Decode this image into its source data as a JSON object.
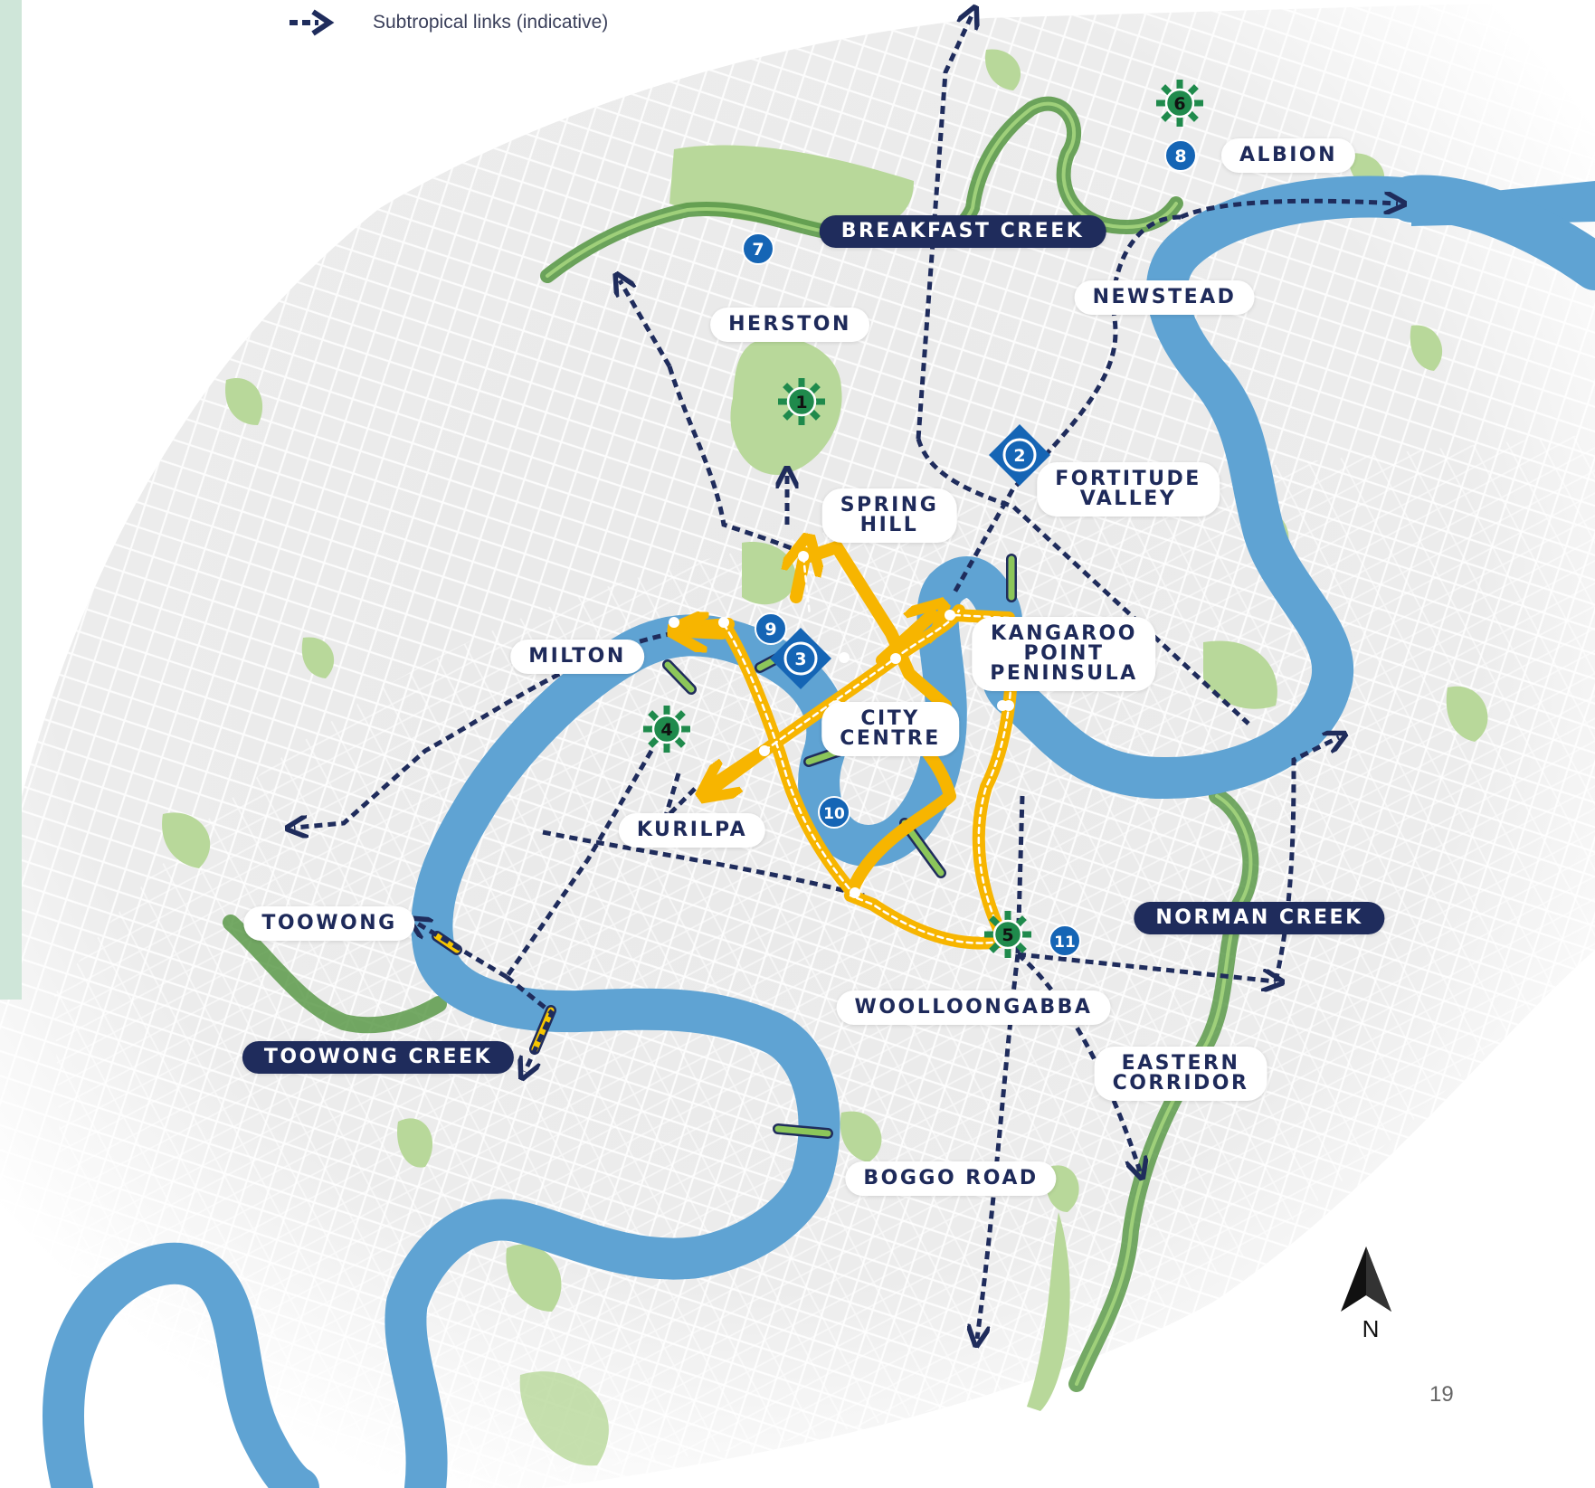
{
  "legend": {
    "text": "Subtropical links (indicative)",
    "icon": "dashed-arrow-icon"
  },
  "page_number": "19",
  "north_arrow": {
    "label": "N",
    "icon": "north-arrow-icon"
  },
  "colors": {
    "river": "#5fa3d3",
    "creek": "#5c9a4a",
    "park": "#b8d89a",
    "link": "#1f2c5c",
    "core_route": "#f7b500",
    "marker_green": "#1f8a4c",
    "marker_blue": "#1565b5",
    "label_dark": "#1f2c5c"
  },
  "places": [
    {
      "id": "herston",
      "text": "HERSTON",
      "style": "light"
    },
    {
      "id": "spring-hill",
      "text": "SPRING\nHILL",
      "style": "light"
    },
    {
      "id": "fortitude-valley",
      "text": "FORTITUDE\nVALLEY",
      "style": "light"
    },
    {
      "id": "newstead",
      "text": "NEWSTEAD",
      "style": "light"
    },
    {
      "id": "albion",
      "text": "ALBION",
      "style": "light"
    },
    {
      "id": "milton",
      "text": "MILTON",
      "style": "light"
    },
    {
      "id": "kangaroo-point",
      "text": "KANGAROO\nPOINT\nPENINSULA",
      "style": "light"
    },
    {
      "id": "city-centre",
      "text": "CITY\nCENTRE",
      "style": "light"
    },
    {
      "id": "kurilpa",
      "text": "KURILPA",
      "style": "light"
    },
    {
      "id": "toowong",
      "text": "TOOWONG",
      "style": "light"
    },
    {
      "id": "woolloongabba",
      "text": "WOOLLOONGABBA",
      "style": "light"
    },
    {
      "id": "eastern-corridor",
      "text": "EASTERN\nCORRIDOR",
      "style": "light"
    },
    {
      "id": "boggo-road",
      "text": "BOGGO ROAD",
      "style": "light"
    },
    {
      "id": "breakfast-creek",
      "text": "BREAKFAST CREEK",
      "style": "dark"
    },
    {
      "id": "norman-creek",
      "text": "NORMAN CREEK",
      "style": "dark"
    },
    {
      "id": "toowong-creek",
      "text": "TOOWONG CREEK",
      "style": "dark"
    }
  ],
  "markers": [
    {
      "n": "1",
      "kind": "green-star"
    },
    {
      "n": "2",
      "kind": "blue-diamond"
    },
    {
      "n": "3",
      "kind": "blue-diamond"
    },
    {
      "n": "4",
      "kind": "green-star"
    },
    {
      "n": "5",
      "kind": "green-star"
    },
    {
      "n": "6",
      "kind": "green-star"
    },
    {
      "n": "7",
      "kind": "blue-circle"
    },
    {
      "n": "8",
      "kind": "blue-circle"
    },
    {
      "n": "9",
      "kind": "blue-circle"
    },
    {
      "n": "10",
      "kind": "blue-circle"
    },
    {
      "n": "11",
      "kind": "blue-circle"
    }
  ]
}
